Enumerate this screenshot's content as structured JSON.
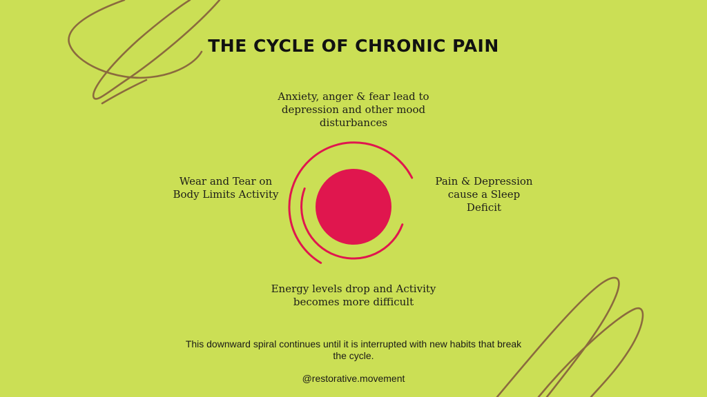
{
  "title": "THE CYCLE OF CHRONIC PAIN",
  "cycle": {
    "top": "Anxiety, anger & fear lead to depression and other mood disturbances",
    "right": "Pain & Depression cause a Sleep Deficit",
    "bottom": "Energy levels drop and Activity becomes more difficult",
    "left": "Wear and Tear on Body Limits Activity"
  },
  "footer": {
    "summary": "This downward spiral continues until it is interrupted with new habits that break the cycle.",
    "handle": "@restorative.movement"
  },
  "colors": {
    "background": "#cbdf55",
    "accent": "#e0164e",
    "scribble": "#8b5e3c",
    "text": "#1f1f1a"
  }
}
